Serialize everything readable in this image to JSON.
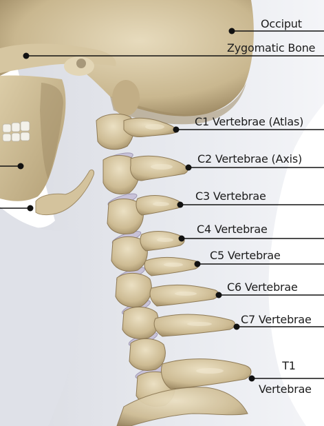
{
  "labels": {
    "occiput": "Occiput",
    "zygomatic": "Zygomatic Bone",
    "c1": "C1 Vertebrae (Atlas)",
    "c2": "C2 Vertebrae (Axis)",
    "c3": "C3 Vertebrae",
    "c4": "C4 Vertebrae",
    "c5": "C5 Vertebrae",
    "c6": "C6 Vertebrae",
    "c7": "C7 Vertebrae",
    "t1_line1": "T1",
    "t1_line2": "Vertebrae"
  },
  "colors": {
    "bone": "#d8c9a3",
    "bone_shadow": "#a8946a",
    "bone_highlight": "#ece1c4",
    "disc": "#c9c3d6",
    "skin": "#e6e8ee",
    "background": "#ffffff",
    "leader_line": "#111111"
  }
}
